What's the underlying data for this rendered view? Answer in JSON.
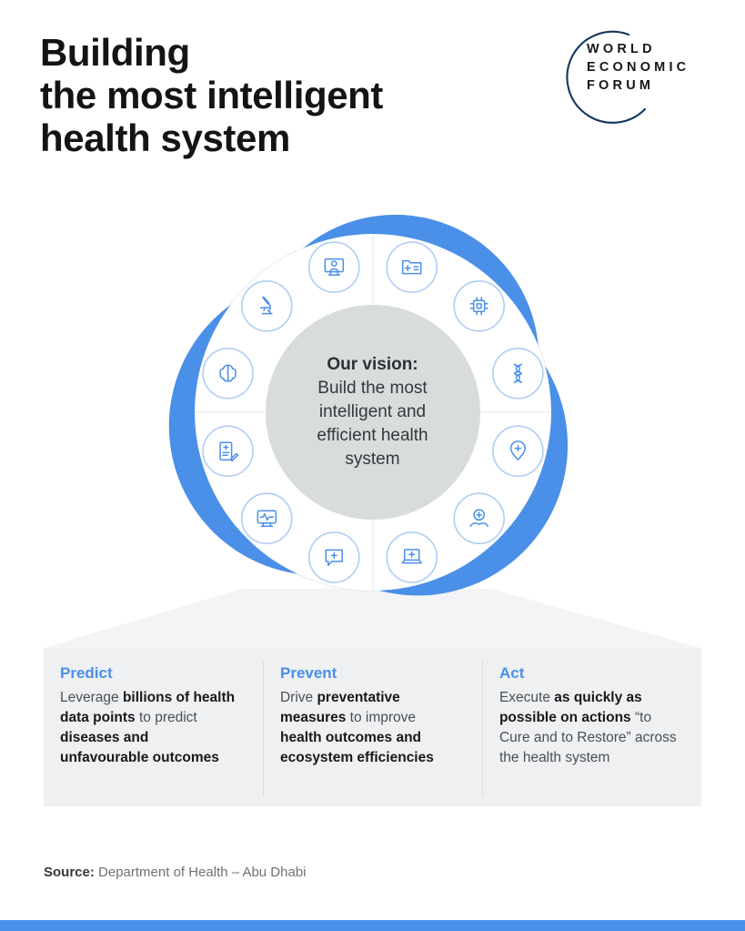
{
  "header": {
    "title": "Building\nthe most intelligent\nhealth system",
    "logo": {
      "lines": [
        "WORLD",
        "ECONOMIC",
        "FORUM"
      ]
    }
  },
  "diagram": {
    "vision_title": "Our vision:",
    "vision_body": "Build the most intelligent and efficient health system",
    "icons": [
      "telemedicine-monitor",
      "medical-records-folder",
      "ai-chip",
      "dna",
      "health-location-pin",
      "care-hands",
      "digital-health-laptop",
      "medical-chat",
      "vitals-monitor",
      "medical-form-pencil",
      "brain",
      "microscope"
    ]
  },
  "pillars": [
    {
      "heading": "Predict",
      "runs": [
        {
          "text": "Leverage ",
          "bold": false
        },
        {
          "text": "billions of health data points",
          "bold": true
        },
        {
          "text": " to predict ",
          "bold": false
        },
        {
          "text": "diseases and unfavourable outcomes",
          "bold": true
        }
      ]
    },
    {
      "heading": "Prevent",
      "runs": [
        {
          "text": "Drive ",
          "bold": false
        },
        {
          "text": "preventative measures",
          "bold": true
        },
        {
          "text": " to improve ",
          "bold": false
        },
        {
          "text": "health outcomes and ecosystem efficiencies",
          "bold": true
        }
      ]
    },
    {
      "heading": "Act",
      "runs": [
        {
          "text": "Execute ",
          "bold": false
        },
        {
          "text": "as quickly as possible on actions",
          "bold": true
        },
        {
          "text": " “to Cure and to Restore” across the health system",
          "bold": false
        }
      ]
    }
  ],
  "source": {
    "label": "Source:",
    "text": "Department of Health – Abu Dhabi"
  },
  "colors": {
    "accent": "#4A8FE8",
    "panel": "#EEF0F2",
    "panel_apex": "#F3F4F6",
    "center_circle": "#D9DCDC",
    "bottom_bar": "#4A8FE8",
    "logo_ink": "#15181A"
  }
}
